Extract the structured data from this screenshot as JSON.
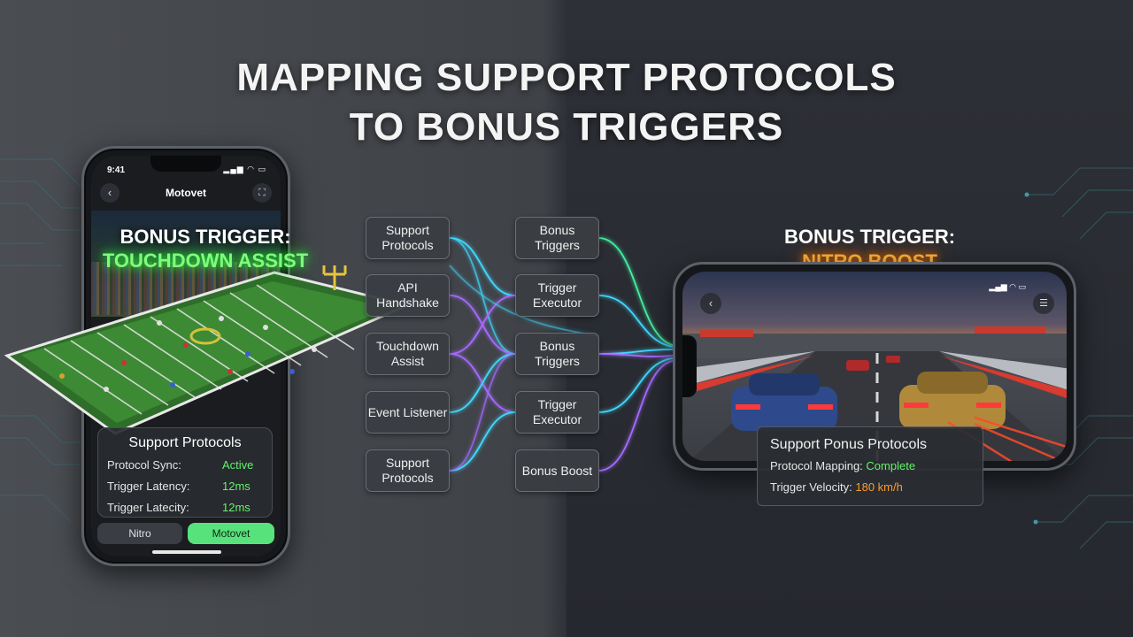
{
  "title": {
    "line1": "MAPPING SUPPORT PROTOCOLS",
    "line2": "TO BONUS TRIGGERS"
  },
  "left_phone": {
    "status_time": "9:41",
    "status_icons": "▂▄▆ ◠ ▭",
    "app_title": "Motovet",
    "bonus_trigger": {
      "line1": "BONUS TRIGGER:",
      "line2": "TOUCHDOWN ASSIST",
      "color": "#7dff7a"
    },
    "card": {
      "title": "Support Protocols",
      "rows": [
        {
          "label": "Protocol Sync:",
          "value": "Active"
        },
        {
          "label": "Trigger Latency:",
          "value": "12ms"
        },
        {
          "label": "Trigger Latecity:",
          "value": "12ms"
        }
      ]
    },
    "tabs": [
      {
        "label": "Nitro",
        "active": false
      },
      {
        "label": "Motovet",
        "active": true
      }
    ]
  },
  "flow": {
    "left_column": [
      "Support Protocols",
      "API Handshake",
      "Touchdown Assist",
      "Event Listener",
      "Support Protocols"
    ],
    "right_column": [
      "Bonus Triggers",
      "Trigger Executor",
      "Bonus Triggers",
      "Trigger Executor",
      "Bonus Boost"
    ]
  },
  "right_phone": {
    "status_icons": "▂▄▆ ◠ ▭",
    "bonus_trigger": {
      "line1": "BONUS TRIGGER:",
      "line2": "NITRO BOOST",
      "color": "#ffb13a"
    },
    "card": {
      "title": "Support Ponus Protocols",
      "rows": [
        {
          "label": "Protocol Mapping:",
          "value": "Complete"
        },
        {
          "label": "Trigger Velocity:",
          "value": "180 km/h"
        }
      ]
    }
  },
  "colors": {
    "accent_green": "#63f36a",
    "accent_orange": "#ff9a2e",
    "flow_cyan": "#3fd8ff",
    "flow_purple": "#a46bff"
  }
}
